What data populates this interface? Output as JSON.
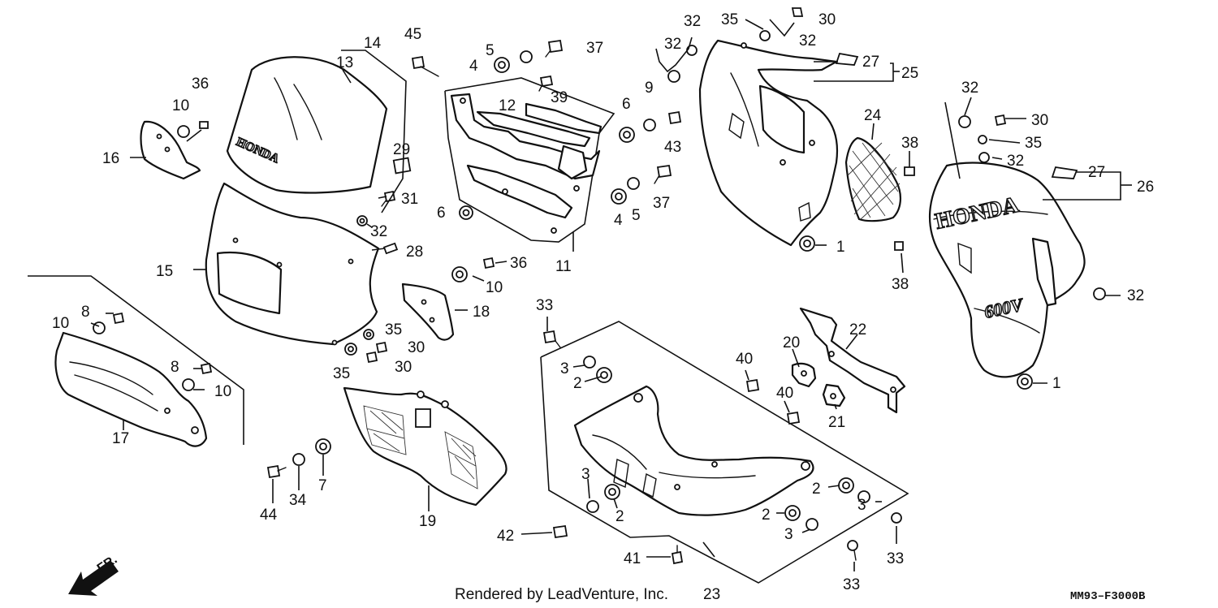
{
  "callouts": [
    {
      "id": "c14",
      "label": "14"
    },
    {
      "id": "c13",
      "label": "13"
    },
    {
      "id": "c45",
      "label": "45"
    },
    {
      "id": "c5a",
      "label": "5"
    },
    {
      "id": "c37a",
      "label": "37"
    },
    {
      "id": "c4a",
      "label": "4"
    },
    {
      "id": "c36a",
      "label": "36"
    },
    {
      "id": "c10a",
      "label": "10"
    },
    {
      "id": "c39",
      "label": "39"
    },
    {
      "id": "c12",
      "label": "12"
    },
    {
      "id": "c16",
      "label": "16"
    },
    {
      "id": "c29",
      "label": "29"
    },
    {
      "id": "c31",
      "label": "31"
    },
    {
      "id": "c32a",
      "label": "32"
    },
    {
      "id": "c28",
      "label": "28"
    },
    {
      "id": "c15",
      "label": "15"
    },
    {
      "id": "c6a",
      "label": "6"
    },
    {
      "id": "c9",
      "label": "9"
    },
    {
      "id": "c43",
      "label": "43"
    },
    {
      "id": "c6b",
      "label": "6"
    },
    {
      "id": "c4b",
      "label": "4"
    },
    {
      "id": "c5b",
      "label": "5"
    },
    {
      "id": "c37b",
      "label": "37"
    },
    {
      "id": "c11",
      "label": "11"
    },
    {
      "id": "c36b",
      "label": "36"
    },
    {
      "id": "c10b",
      "label": "10"
    },
    {
      "id": "c18",
      "label": "18"
    },
    {
      "id": "c8a",
      "label": "8"
    },
    {
      "id": "c10c",
      "label": "10"
    },
    {
      "id": "c35a",
      "label": "35"
    },
    {
      "id": "c30a",
      "label": "30"
    },
    {
      "id": "c30b",
      "label": "30"
    },
    {
      "id": "c35b",
      "label": "35"
    },
    {
      "id": "c8b",
      "label": "8"
    },
    {
      "id": "c10d",
      "label": "10"
    },
    {
      "id": "c17",
      "label": "17"
    },
    {
      "id": "c44",
      "label": "44"
    },
    {
      "id": "c34",
      "label": "34"
    },
    {
      "id": "c7",
      "label": "7"
    },
    {
      "id": "c19",
      "label": "19"
    },
    {
      "id": "c33a",
      "label": "33"
    },
    {
      "id": "c3a",
      "label": "3"
    },
    {
      "id": "c2a",
      "label": "2"
    },
    {
      "id": "c3b",
      "label": "3"
    },
    {
      "id": "c2b",
      "label": "2"
    },
    {
      "id": "c42",
      "label": "42"
    },
    {
      "id": "c41",
      "label": "41"
    },
    {
      "id": "c23",
      "label": "23"
    },
    {
      "id": "c32b",
      "label": "32"
    },
    {
      "id": "c35c",
      "label": "35"
    },
    {
      "id": "c30c",
      "label": "30"
    },
    {
      "id": "c32c",
      "label": "32"
    },
    {
      "id": "c32d",
      "label": "32"
    },
    {
      "id": "c27a",
      "label": "27"
    },
    {
      "id": "c25",
      "label": "25"
    },
    {
      "id": "c24",
      "label": "24"
    },
    {
      "id": "c38a",
      "label": "38"
    },
    {
      "id": "c1a",
      "label": "1"
    },
    {
      "id": "c38b",
      "label": "38"
    },
    {
      "id": "c32e",
      "label": "32"
    },
    {
      "id": "c30d",
      "label": "30"
    },
    {
      "id": "c35d",
      "label": "35"
    },
    {
      "id": "c32f",
      "label": "32"
    },
    {
      "id": "c27b",
      "label": "27"
    },
    {
      "id": "c26",
      "label": "26"
    },
    {
      "id": "c32g",
      "label": "32"
    },
    {
      "id": "c1b",
      "label": "1"
    },
    {
      "id": "c20",
      "label": "20"
    },
    {
      "id": "c22",
      "label": "22"
    },
    {
      "id": "c40a",
      "label": "40"
    },
    {
      "id": "c40b",
      "label": "40"
    },
    {
      "id": "c21",
      "label": "21"
    },
    {
      "id": "c2c",
      "label": "2"
    },
    {
      "id": "c3c",
      "label": "3"
    },
    {
      "id": "c2d",
      "label": "2"
    },
    {
      "id": "c3d",
      "label": "3"
    },
    {
      "id": "c33b",
      "label": "33"
    },
    {
      "id": "c33c",
      "label": "33"
    }
  ],
  "embossing": {
    "windscreen_logo": "HONDA",
    "side_cowl_logo": "HONDA",
    "model_badge": "600V"
  },
  "direction_label": "FR.",
  "credit": "Rendered by LeadVenture, Inc.",
  "diagram_code": "MM93–F3000B"
}
